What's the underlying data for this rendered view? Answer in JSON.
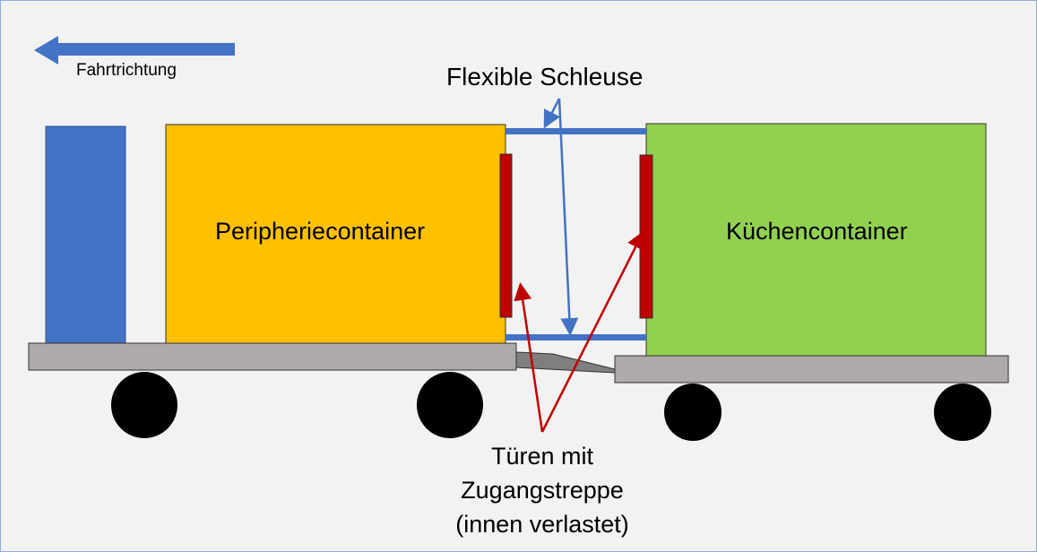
{
  "direction_label": "Fahrtrichtung",
  "airlock_label": "Flexible Schleuse",
  "left_container_label": "Peripheriecontainer",
  "right_container_label": "Küchencontainer",
  "doors_label": [
    "Türen mit",
    "Zugangstreppe",
    "(innen verlastet)"
  ],
  "colors": {
    "blue": "#4472c4",
    "yellow": "#ffc000",
    "green": "#92d050",
    "red": "#c00000",
    "gray": "#aeaaaa",
    "background": "#f2f2f2"
  }
}
